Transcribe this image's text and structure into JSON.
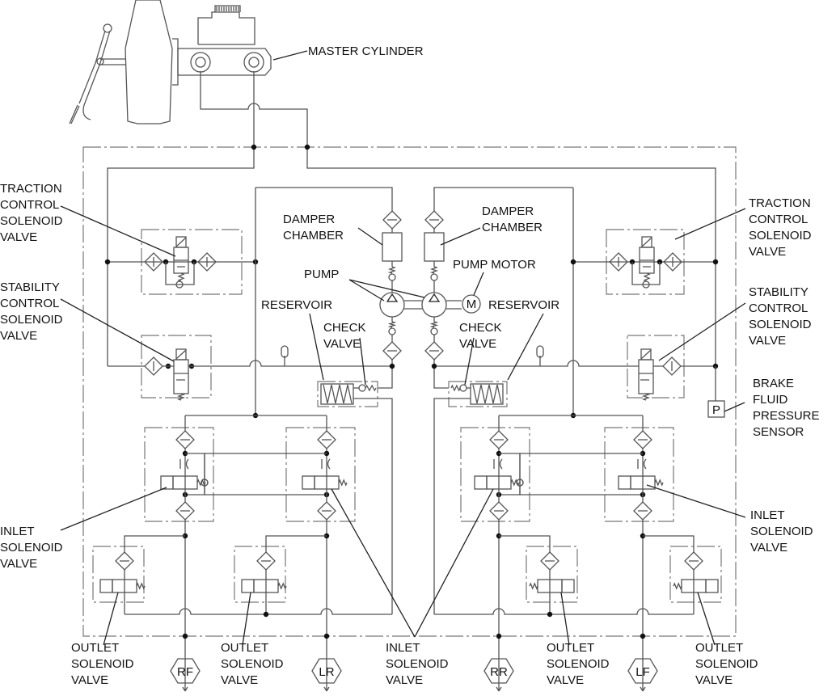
{
  "labels": {
    "master_cylinder": [
      "MASTER CYLINDER"
    ],
    "tc_left": [
      "TRACTION",
      "CONTROL",
      "SOLENOID",
      "VALVE"
    ],
    "sc_left": [
      "STABILITY",
      "CONTROL",
      "SOLENOID",
      "VALVE"
    ],
    "tc_right": [
      "TRACTION",
      "CONTROL",
      "SOLENOID",
      "VALVE"
    ],
    "sc_right": [
      "STABILITY",
      "CONTROL",
      "SOLENOID",
      "VALVE"
    ],
    "damper_left": [
      "DAMPER",
      "CHAMBER"
    ],
    "damper_right": [
      "DAMPER",
      "CHAMBER"
    ],
    "pump": [
      "PUMP"
    ],
    "pump_motor": [
      "PUMP MOTOR"
    ],
    "reservoir_left": [
      "RESERVOIR"
    ],
    "reservoir_right": [
      "RESERVOIR"
    ],
    "check_left": [
      "CHECK",
      "VALVE"
    ],
    "check_right": [
      "CHECK",
      "VALVE"
    ],
    "pressure_sensor": [
      "BRAKE",
      "FLUID",
      "PRESSURE",
      "SENSOR"
    ],
    "inlet_left": [
      "INLET",
      "SOLENOID",
      "VALVE"
    ],
    "inlet_right": [
      "INLET",
      "SOLENOID",
      "VALVE"
    ],
    "inlet_center": [
      "INLET",
      "SOLENOID",
      "VALVE"
    ],
    "outlet_1": [
      "OUTLET",
      "SOLENOID",
      "VALVE"
    ],
    "outlet_2": [
      "OUTLET",
      "SOLENOID",
      "VALVE"
    ],
    "outlet_3": [
      "OUTLET",
      "SOLENOID",
      "VALVE"
    ],
    "outlet_4": [
      "OUTLET",
      "SOLENOID",
      "VALVE"
    ]
  },
  "wheels": [
    "RF",
    "LR",
    "RR",
    "LF"
  ],
  "symbols": {
    "motor": "M",
    "sensor": "P"
  }
}
